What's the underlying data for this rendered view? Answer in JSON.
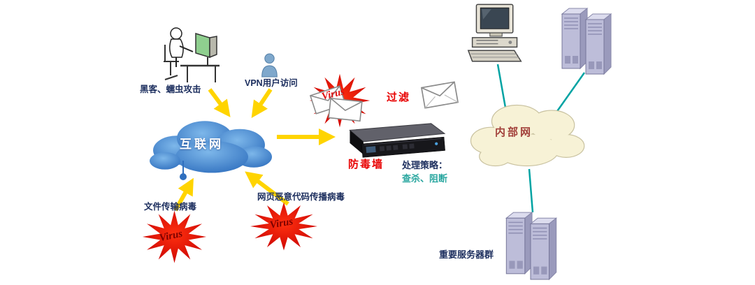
{
  "diagram": {
    "nodes": {
      "hacker_label": "黑客、蠕虫攻击",
      "vpn_label": "VPN用户访问",
      "internet_label": "互联网",
      "filter_label": "过滤",
      "firewall_label": "防毒墙",
      "strategy_title": "处理策略：",
      "strategy_actions": "查杀、阻断",
      "intranet_label": "内部网",
      "file_virus_label": "文件传输病毒",
      "web_virus_label": "网页恶意代码传播病毒",
      "servers_label": "重要服务器群",
      "virus_badge": "Virus"
    },
    "colors": {
      "arrow_yellow": "#ffd400",
      "link_teal": "#00a3a3",
      "alert_red": "#e80000",
      "action_teal": "#2aa7a0",
      "label_navy": "#1c2e5e",
      "intranet_maroon": "#a2403a",
      "internet_cloud_blue": "#3f86d2",
      "intranet_cloud_cream": "#f7f2d6",
      "virus_burst_red": "#e01010"
    }
  }
}
